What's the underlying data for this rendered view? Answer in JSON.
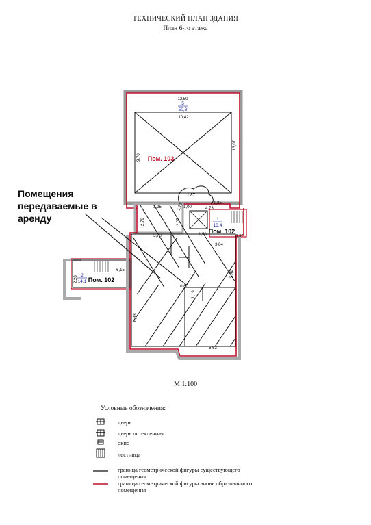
{
  "title": "ТЕХНИЧЕСКИЙ ПЛАН ЗДАНИЯ",
  "subtitle": "План  6-го этажа",
  "annotation": "Помещения передаваемые в аренду",
  "scale": "М 1:100",
  "colors": {
    "new_boundary": "#c0102a",
    "existing_boundary": "#111111",
    "room_number": "#1a2a9a",
    "hatch_wall": "#aaaaaa"
  },
  "rooms": {
    "upper": {
      "label": "Пом. 103",
      "number": "5",
      "area": "50,3",
      "dim_top": "12,50",
      "dim_inner": "10,42",
      "dim_left": "9,70",
      "dim_right": "13,07"
    },
    "right": {
      "label": "Пом. 102",
      "number": "1",
      "area": "13,4"
    },
    "left": {
      "label": "Пом. 102",
      "number": "2",
      "area": "14,1"
    }
  },
  "dims": {
    "d187": "1,87",
    "d185": "1,85",
    "d395": "3,95",
    "d171": "1,71",
    "d100": "1,00",
    "d473": "4,73",
    "d207": "2,07",
    "d276": "2,76",
    "d570": "5,70",
    "d384": "3,84",
    "d137": "1,37",
    "d158": "1,58",
    "d615": "6,15",
    "d228": "2,28",
    "d080": "0,80",
    "d119": "1,19",
    "d633": "6,33",
    "d563": "5,63",
    "d542": "5,42"
  },
  "legend": {
    "title": "Условные обозначения:",
    "door": "дверь",
    "glazed_door": "дверь остекленная",
    "window": "окно",
    "stairs": "лестница",
    "existing": "граница геометрической фигуры существующего помещения",
    "new": "граница геометрической фигуры вновь образованного помещения"
  }
}
